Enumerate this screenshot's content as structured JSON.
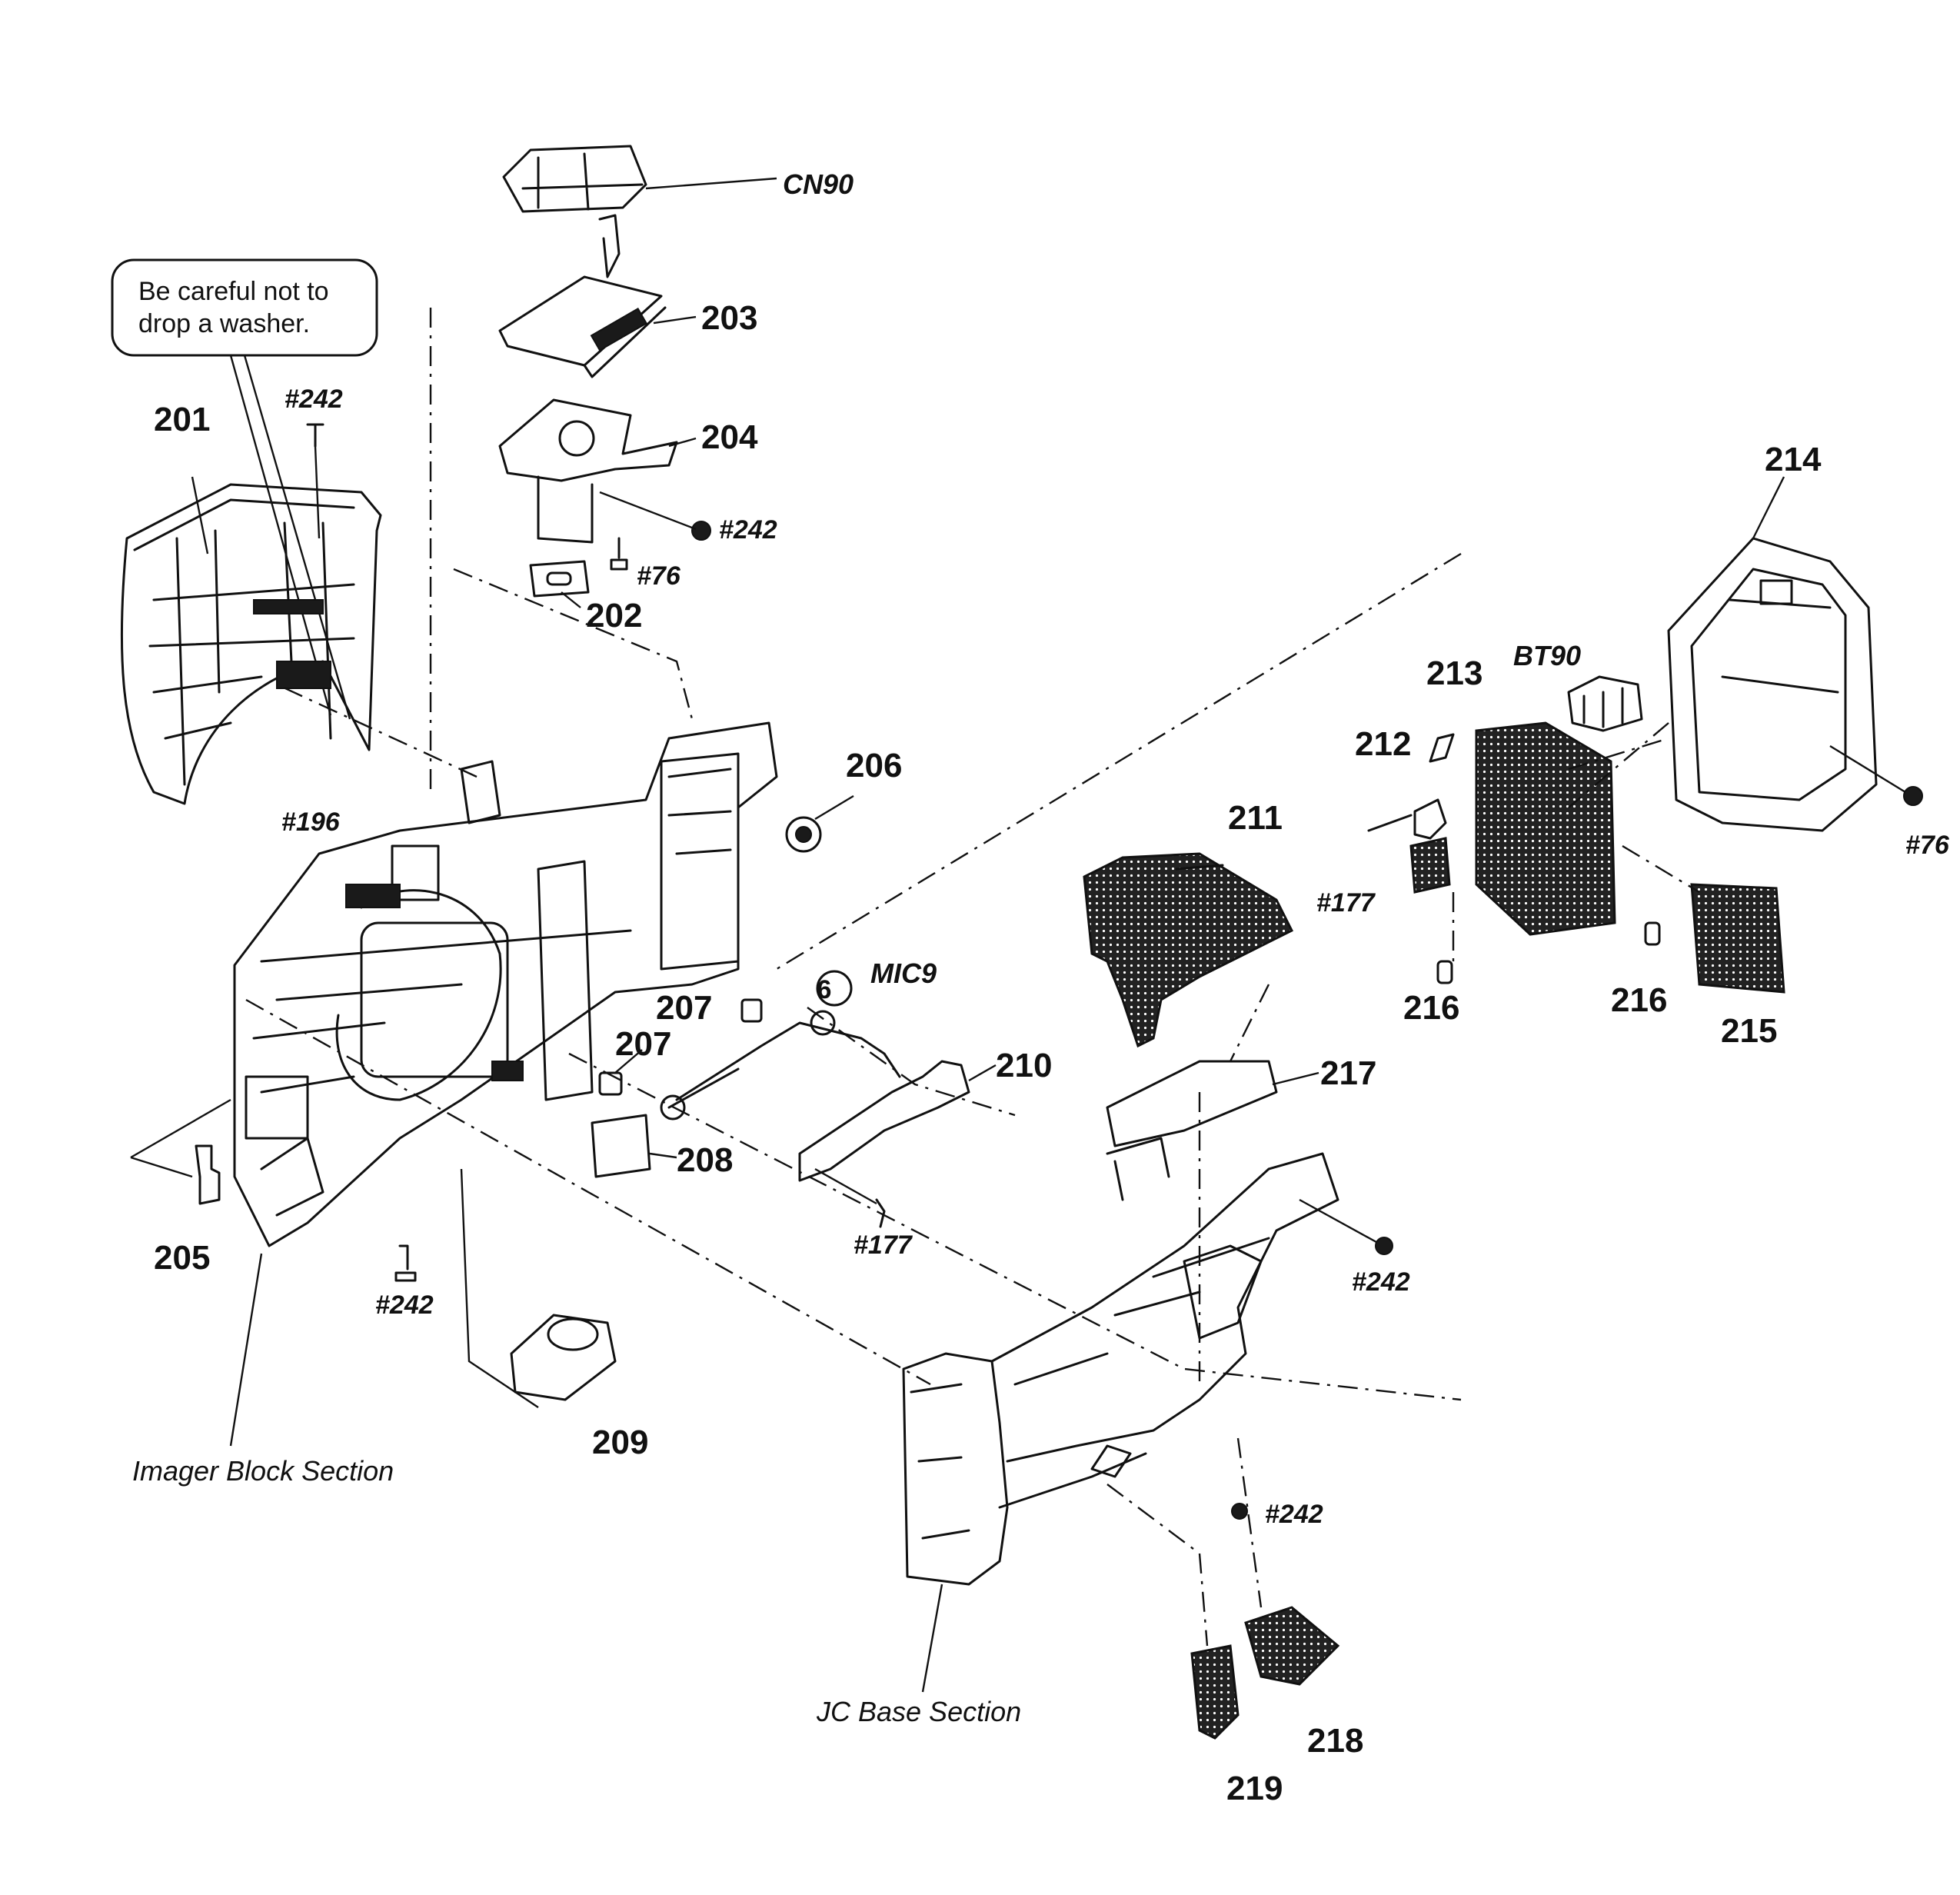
{
  "note": {
    "line1": "Be careful not to",
    "line2": "drop a washer."
  },
  "connectors": {
    "cn90": "CN90",
    "bt90": "BT90",
    "mic9": "MIC9",
    "mic9_ref": "6"
  },
  "parts": {
    "p201": "201",
    "p202": "202",
    "p203": "203",
    "p204": "204",
    "p205": "205",
    "p206": "206",
    "p207a": "207",
    "p207b": "207",
    "p208": "208",
    "p209": "209",
    "p210": "210",
    "p211": "211",
    "p212": "212",
    "p213": "213",
    "p214": "214",
    "p215": "215",
    "p216a": "216",
    "p216b": "216",
    "p217": "217",
    "p218": "218",
    "p219": "219"
  },
  "screws": {
    "s242_top": "#242",
    "s242_204": "#242",
    "s76_204": "#76",
    "s196": "#196",
    "s177_212": "#177",
    "s76_214": "#76",
    "s177_210": "#177",
    "s242_217": "#242",
    "s242_left": "#242",
    "s242_jc": "#242"
  },
  "sections": {
    "imager": "Imager Block Section",
    "jc_base": "JC Base Section"
  }
}
